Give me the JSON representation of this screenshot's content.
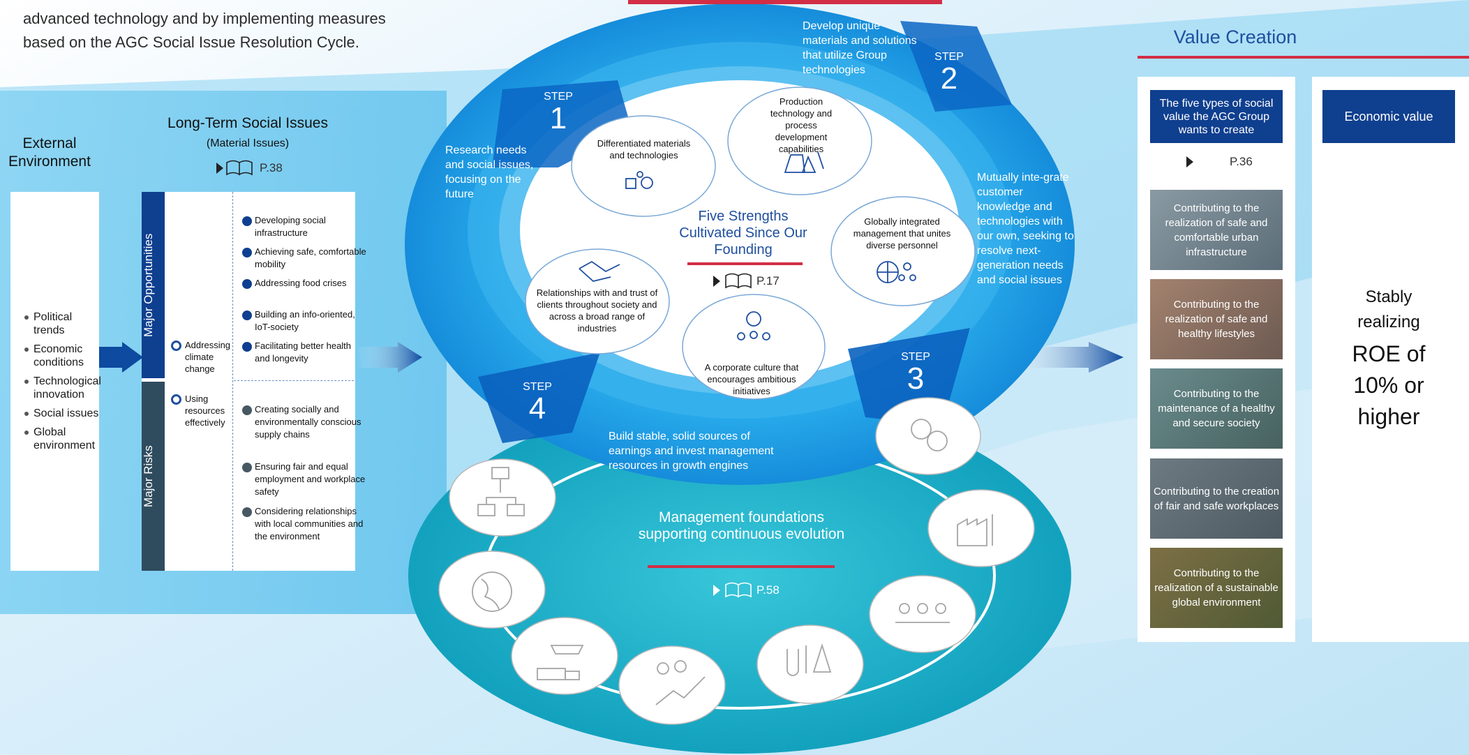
{
  "intro": {
    "line1": "advanced technology and by implementing measures",
    "line2": "based on the AGC Social Issue Resolution Cycle."
  },
  "external": {
    "title_l1": "External",
    "title_l2": "Environment",
    "items": [
      "Political trends",
      "Economic conditions",
      "Technological innovation",
      "Social issues",
      "Global environment"
    ]
  },
  "long_term": {
    "title": "Long-Term Social Issues",
    "subtitle": "(Material Issues)",
    "ref": "P.38",
    "opp_label": "Major Opportunities",
    "risk_label": "Major Risks",
    "cross_items": [
      "Addressing climate change",
      "Using resources effectively"
    ],
    "opportunities": [
      "Developing social infrastructure",
      "Achieving safe, comfortable mobility",
      "Addressing food crises",
      "Building an info-oriented, IoT-society",
      "Facilitating better health and longevity"
    ],
    "risks": [
      "Creating socially and environmentally conscious supply chains",
      "Ensuring fair and equal employment and workplace safety",
      "Considering relationships with local communities and the environment"
    ]
  },
  "cycle": {
    "step_word": "STEP",
    "steps": [
      {
        "num": "1",
        "text": "Research needs and social issues, focusing on the future"
      },
      {
        "num": "2",
        "text": "Develop unique materials and solutions that utilize Group technologies"
      },
      {
        "num": "3",
        "text": "Mutually inte-grate customer knowledge and technologies with our own, seeking to resolve next-generation needs and social issues"
      },
      {
        "num": "4",
        "text": "Build stable, solid sources of earnings and invest management resources in growth engines"
      }
    ],
    "center_title": "Five Strengths Cultivated Since Our Founding",
    "center_ref": "P.17",
    "strengths": [
      "Differentiated materials and technologies",
      "Production technology and process development capabilities",
      "Globally integrated management that unites diverse personnel",
      "A corporate culture that encourages ambitious initiatives",
      "Relationships with and trust of clients throughout society and across a broad range of industries"
    ]
  },
  "management": {
    "title": "Management foundations supporting continuous evolution",
    "ref": "P.58"
  },
  "value_creation": {
    "title": "Value Creation",
    "social_head": "The five types of social value the AGC Group wants to create",
    "social_ref": "P.36",
    "social_values": [
      "Contributing to the realization of safe and comfortable urban infrastructure",
      "Contributing to the realization of safe and healthy lifestyles",
      "Contributing to the maintenance of a healthy and secure society",
      "Contributing to the creation of fair and safe workplaces",
      "Contributing to the realization of a sustainable global environment"
    ],
    "economic_head": "Economic value",
    "economic_l1": "Stably",
    "economic_l2": "realizing",
    "economic_l3": "ROE of",
    "economic_l4": "10% or",
    "economic_l5": "higher"
  },
  "colors": {
    "navy": "#0f3f8f",
    "accent_red": "#d22e45",
    "ring_blue": "#0e8fd8",
    "teal": "#19a8c4"
  }
}
